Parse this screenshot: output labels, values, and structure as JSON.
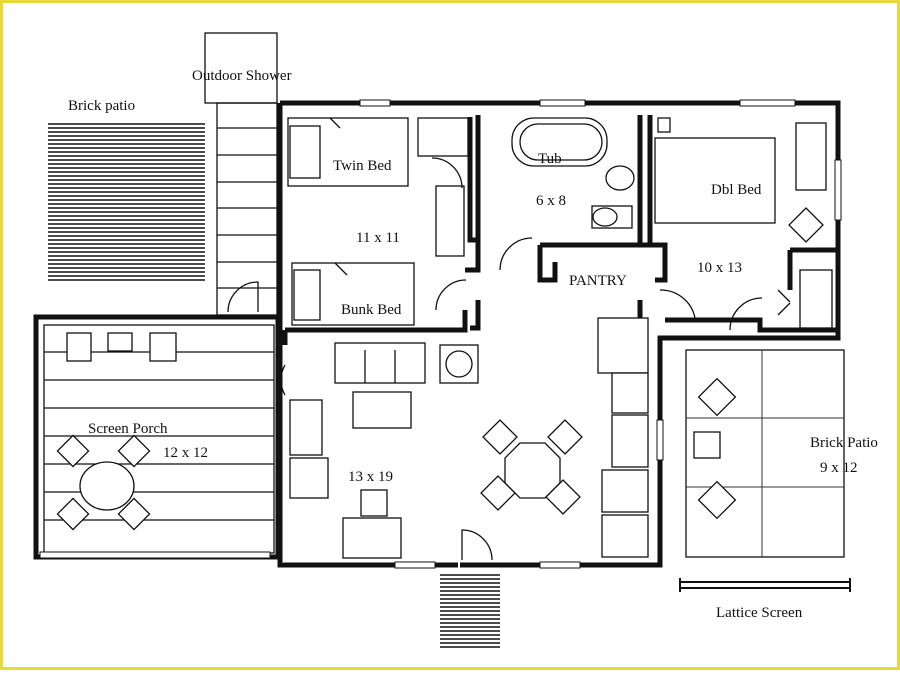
{
  "plan": {
    "frame_color": "#e8d83a",
    "line_color": "#111111",
    "labels": {
      "outdoor_shower": "Outdoor Shower",
      "brick_patio_left": "Brick patio",
      "twin_bed": "Twin Bed",
      "bedroom_left_size": "11 x 11",
      "bunk_bed": "Bunk Bed",
      "tub": "Tub",
      "bath_size": "6 x 8",
      "pantry": "PANTRY",
      "dbl_bed": "Dbl Bed",
      "bedroom_right_size": "10 x 13",
      "screen_porch": "Screen Porch",
      "screen_porch_size": "12 x 12",
      "living_size": "13 x 19",
      "brick_patio_right": "Brick Patio",
      "brick_patio_right_size": "9 x 12",
      "lattice_screen": "Lattice Screen"
    }
  }
}
